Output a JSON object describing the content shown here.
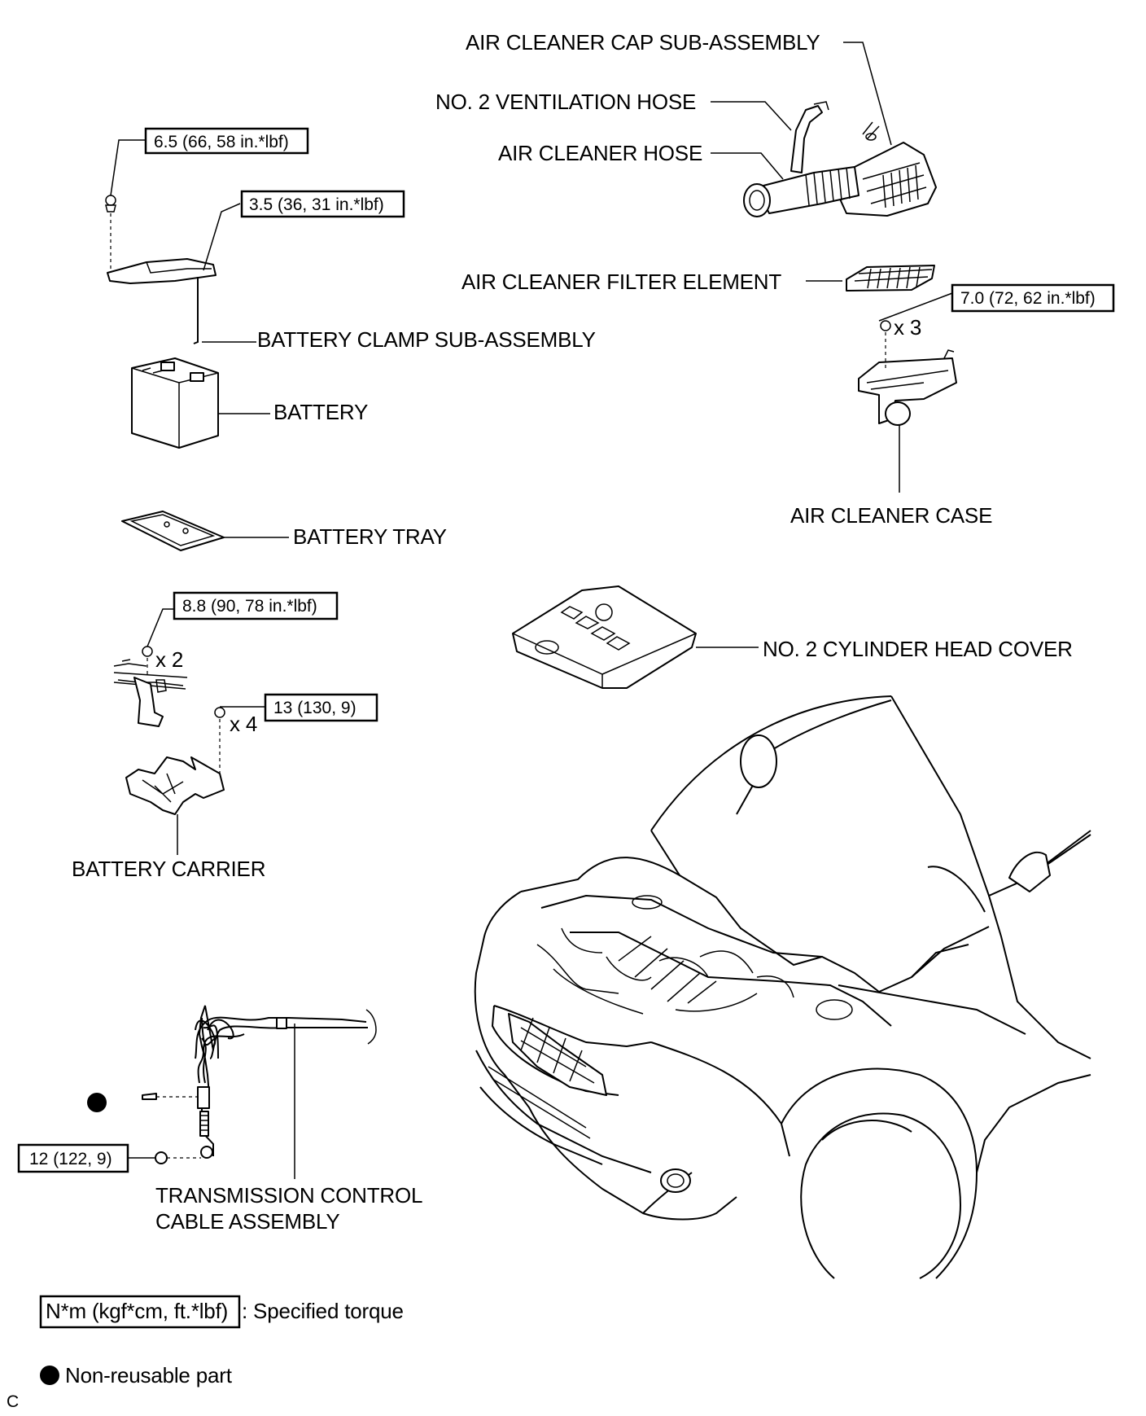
{
  "labels": {
    "air_cleaner_cap": "AIR CLEANER CAP SUB-ASSEMBLY",
    "ventilation_hose": "NO. 2 VENTILATION HOSE",
    "air_cleaner_hose": "AIR CLEANER HOSE",
    "filter_element": "AIR CLEANER FILTER ELEMENT",
    "battery_clamp": "BATTERY CLAMP SUB-ASSEMBLY",
    "battery": "BATTERY",
    "battery_tray": "BATTERY TRAY",
    "air_cleaner_case": "AIR CLEANER CASE",
    "cylinder_head_cover": "NO. 2 CYLINDER HEAD COVER",
    "battery_carrier": "BATTERY CARRIER",
    "transmission_cable_line1": "TRANSMISSION CONTROL",
    "transmission_cable_line2": "CABLE ASSEMBLY"
  },
  "torques": {
    "clamp_bolt": "6.5 (66, 58 in.*lbf)",
    "clamp_nut": "3.5 (36, 31 in.*lbf)",
    "case_bolt": "7.0 (72, 62 in.*lbf)",
    "wire_bolt": "8.8 (90, 78 in.*lbf)",
    "carrier_bolt": "13 (130, 9)",
    "cable_nut": "12 (122, 9)"
  },
  "quantities": {
    "case_bolt": "x 3",
    "wire_bolt": "x 2",
    "carrier_bolt": "x 4"
  },
  "legend": {
    "torque_box": "N*m (kgf*cm, ft.*lbf)",
    "torque_desc": ": Specified torque",
    "nonreusable": "Non-reusable part"
  },
  "corner_mark": "C"
}
